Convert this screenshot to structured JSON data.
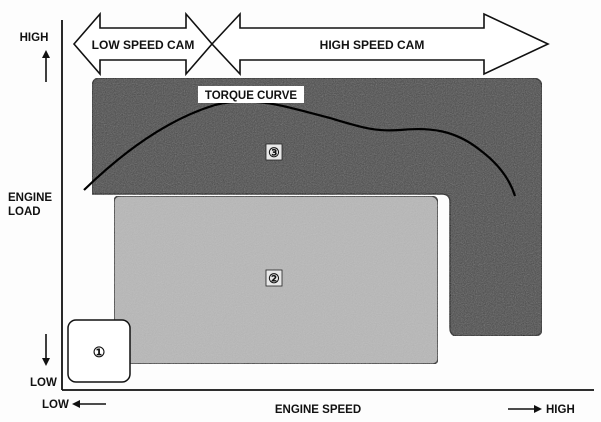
{
  "y_axis": {
    "title_line1": "ENGINE",
    "title_line2": "LOAD",
    "high": "HIGH",
    "low": "LOW"
  },
  "x_axis": {
    "title": "ENGINE SPEED",
    "low": "LOW",
    "high": "HIGH"
  },
  "cams": {
    "low_speed": "LOW SPEED CAM",
    "high_speed": "HIGH SPEED CAM"
  },
  "torque_curve": {
    "label": "TORQUE CURVE"
  },
  "regions": {
    "region1": "①",
    "region2": "②",
    "region3": "③"
  },
  "colors": {
    "region1_fill": "#ffffff",
    "region2_fill": "#b8b8b8",
    "region3_fill": "#4a4a4a",
    "arrow_fill": "#ffffff",
    "outline": "#111111"
  }
}
